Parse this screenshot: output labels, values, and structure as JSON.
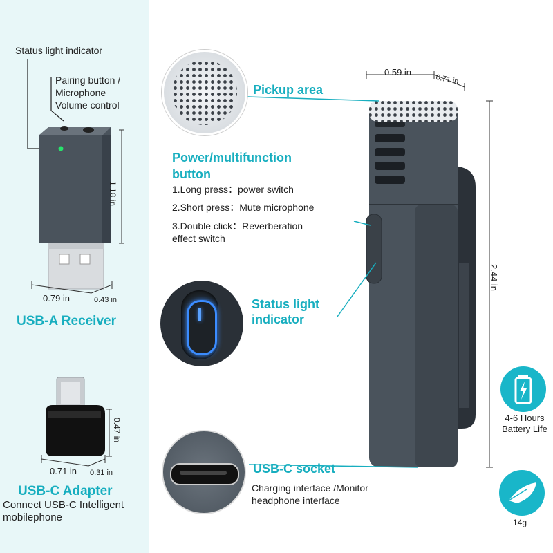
{
  "receiver": {
    "status_label": "Status light indicator",
    "pairing_label_1": "Pairing button /",
    "pairing_label_2": "Microphone",
    "pairing_label_3": "Volume control",
    "height": "1.18 in",
    "width": "0.79 in",
    "depth": "0.43 in",
    "title": "USB-A Receiver"
  },
  "adapter": {
    "height": "0.47 in",
    "width": "0.71 in",
    "depth": "0.31 in",
    "title": "USB-C Adapter",
    "desc_1": "Connect USB-C Intelligent",
    "desc_2": "mobilephone"
  },
  "mic": {
    "pickup_label": "Pickup area",
    "power_title_1": "Power/multifunction",
    "power_title_2": "button",
    "long_press": "1.Long press：power switch",
    "short_press": "2.Short press：Mute microphone",
    "double_click_1": "3.Double click：Reverberation",
    "double_click_2": "effect switch",
    "status_title_1": "Status light",
    "status_title_2": "indicator",
    "usbc_title": "USB-C socket",
    "usbc_desc_1": "Charging interface /Monitor",
    "usbc_desc_2": "headphone interface",
    "width": "0.59 in",
    "depth": "0.71 in",
    "height": "2.44 in"
  },
  "battery": {
    "line1": "4-6 Hours",
    "line2": "Battery Life"
  },
  "weight": {
    "value": "14g"
  },
  "colors": {
    "teal": "#17aebf",
    "panel": "#e8f7f8",
    "device": "#4a535c"
  }
}
